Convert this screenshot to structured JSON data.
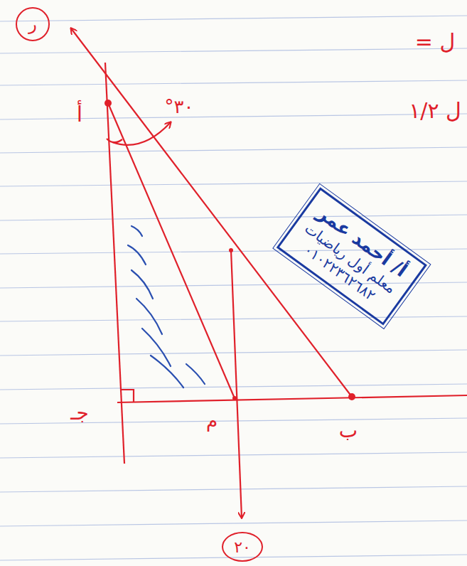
{
  "diagram": {
    "nodes": [
      {
        "text": [
          "ر"
        ]
      },
      {
        "text": [
          "أ/ أحمد عمر",
          "معلم أول رياضيات",
          "٠١٠٢٢٣٦٢٦٨٢"
        ]
      },
      {
        "text": [
          "٢٠"
        ]
      }
    ],
    "labels": [
      "أ",
      "٣٠°",
      "جـ",
      "م",
      "ب",
      "ل =",
      "ل ١/٢"
    ]
  }
}
